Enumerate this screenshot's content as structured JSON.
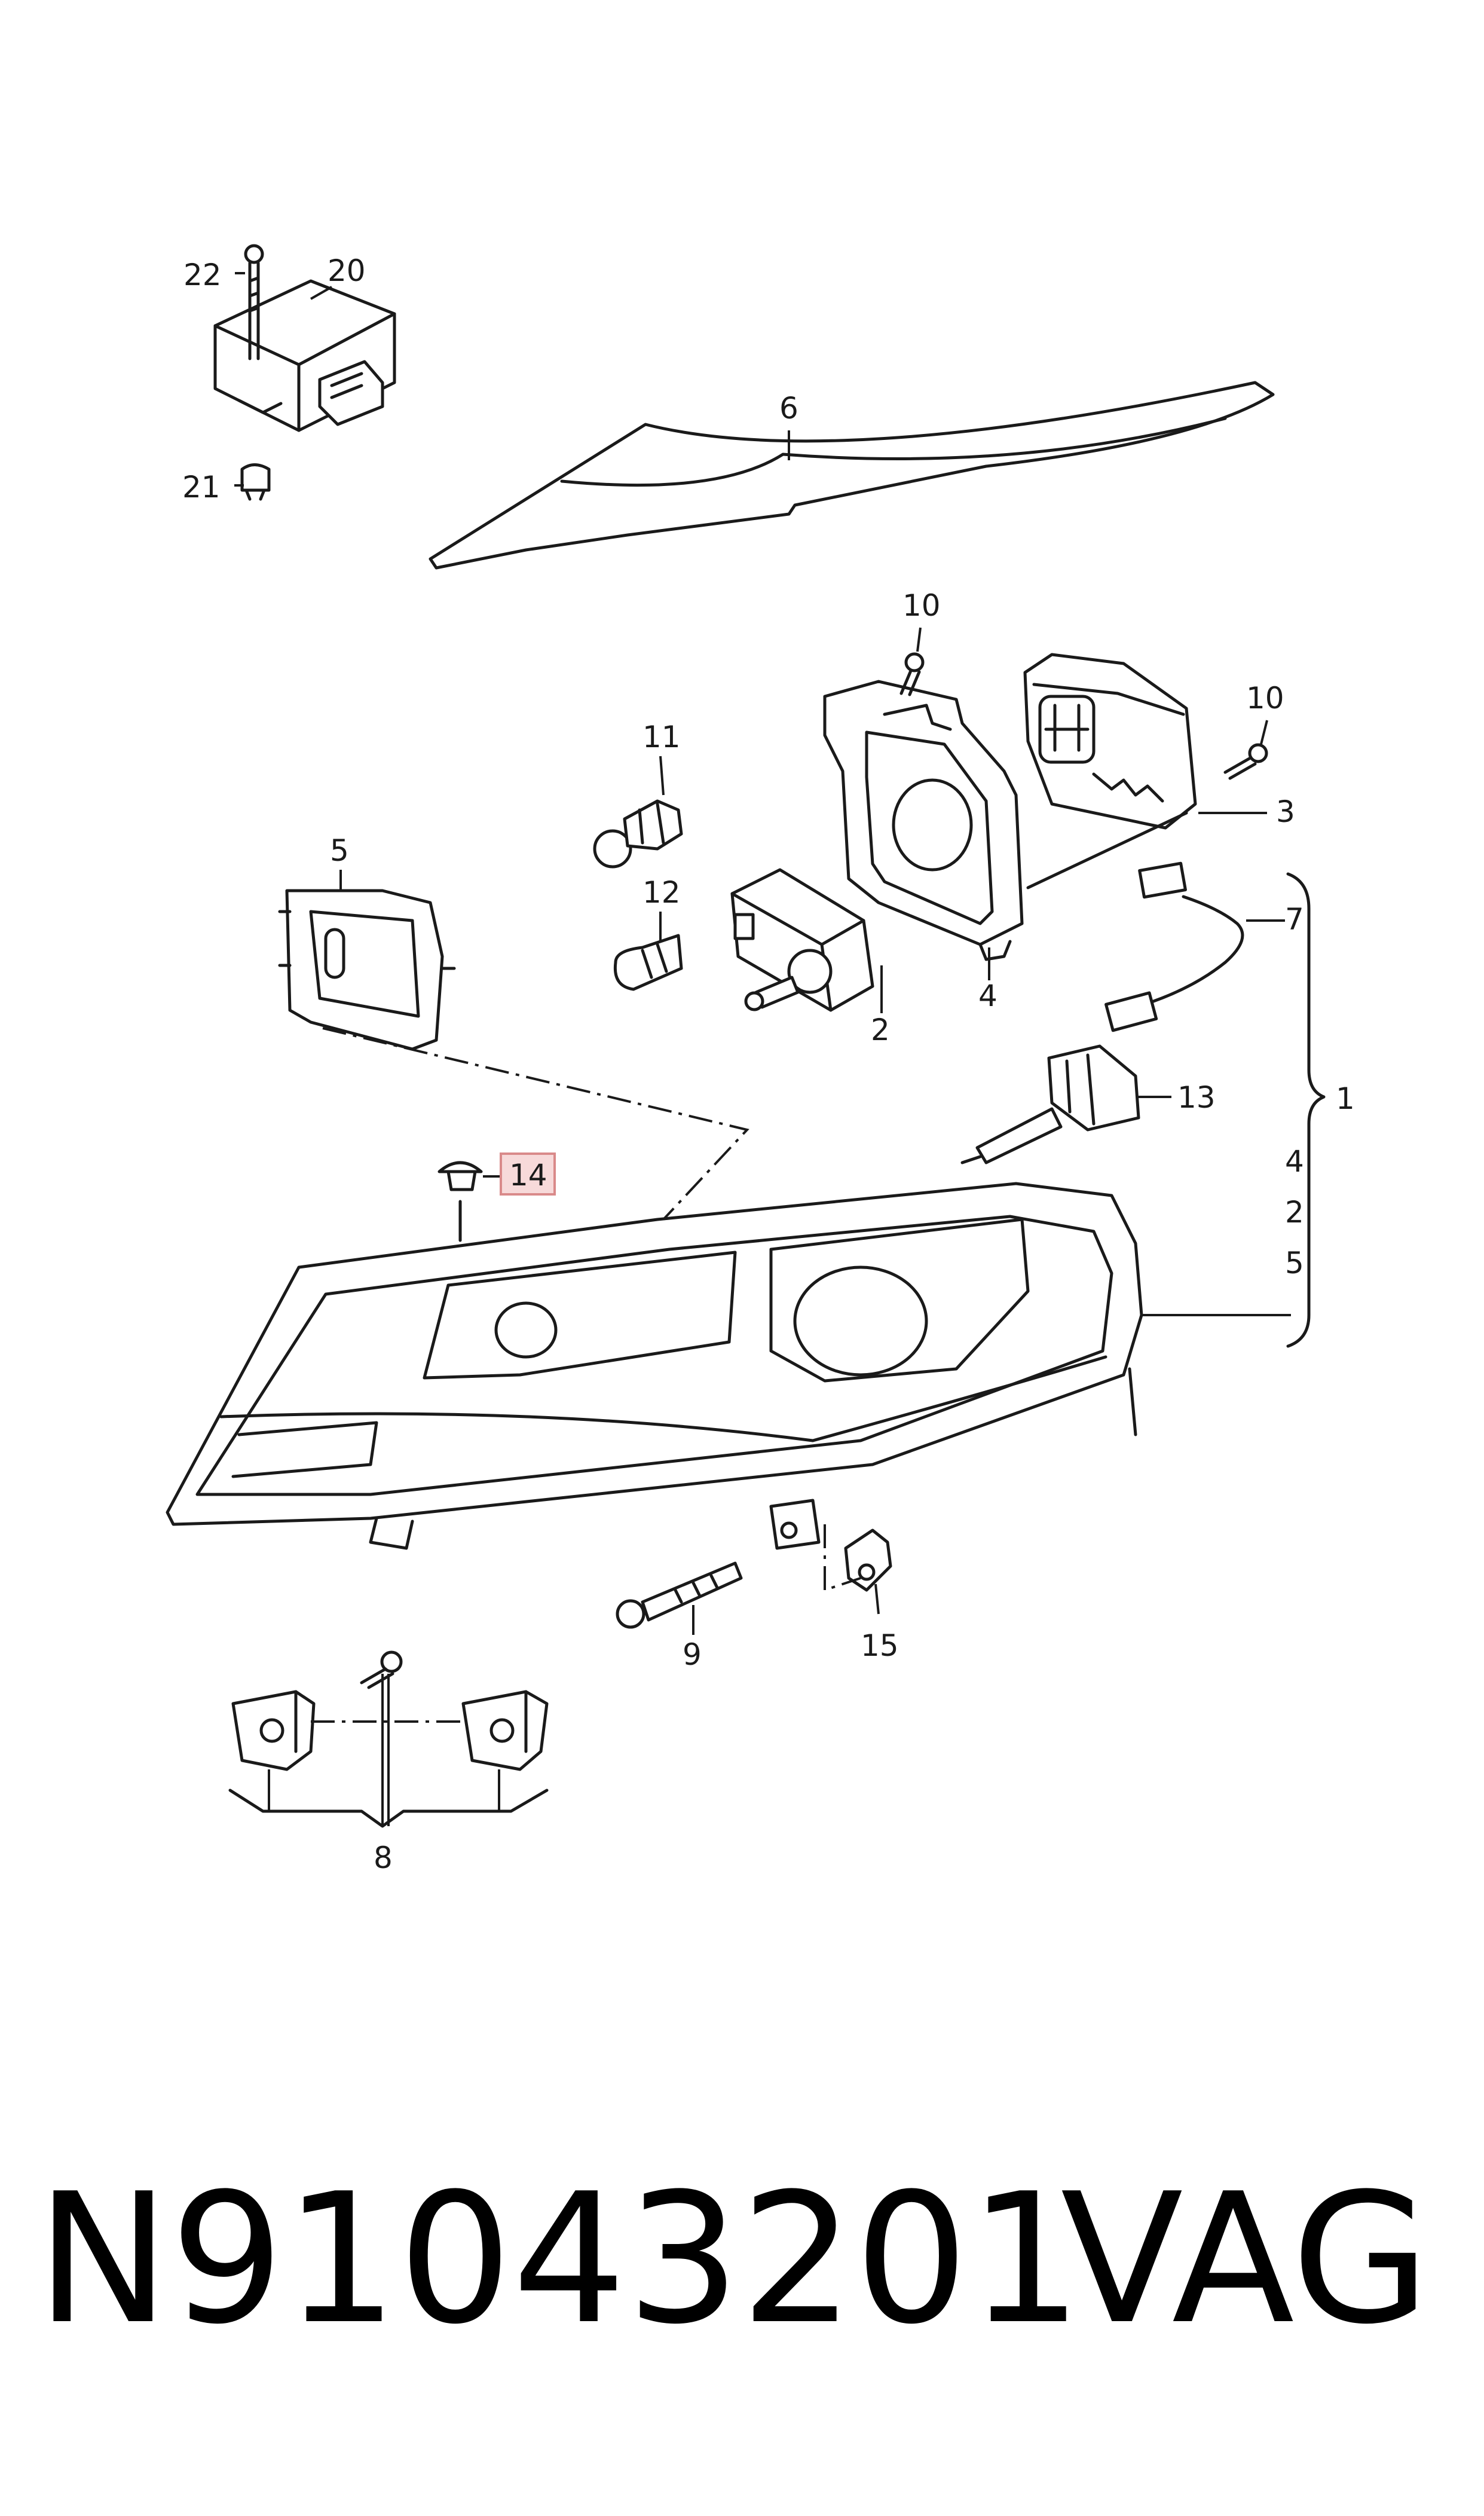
{
  "callouts": {
    "c1": "1",
    "c2": "2",
    "c3": "3",
    "c4": "4",
    "c5": "5",
    "c6": "6",
    "c7": "7",
    "c8": "8",
    "c9": "9",
    "c10a": "10",
    "c10b": "10",
    "c11": "11",
    "c12": "12",
    "c13": "13",
    "c14": "14",
    "c15": "15",
    "c20": "20",
    "c21": "21",
    "c22": "22",
    "bracket_4": "4",
    "bracket_2": "2",
    "bracket_5": "5"
  },
  "highlighted_callout": "14",
  "highlight_color": "#f7dada",
  "footer": {
    "part_number": "N91043201",
    "brand": "VAG"
  }
}
